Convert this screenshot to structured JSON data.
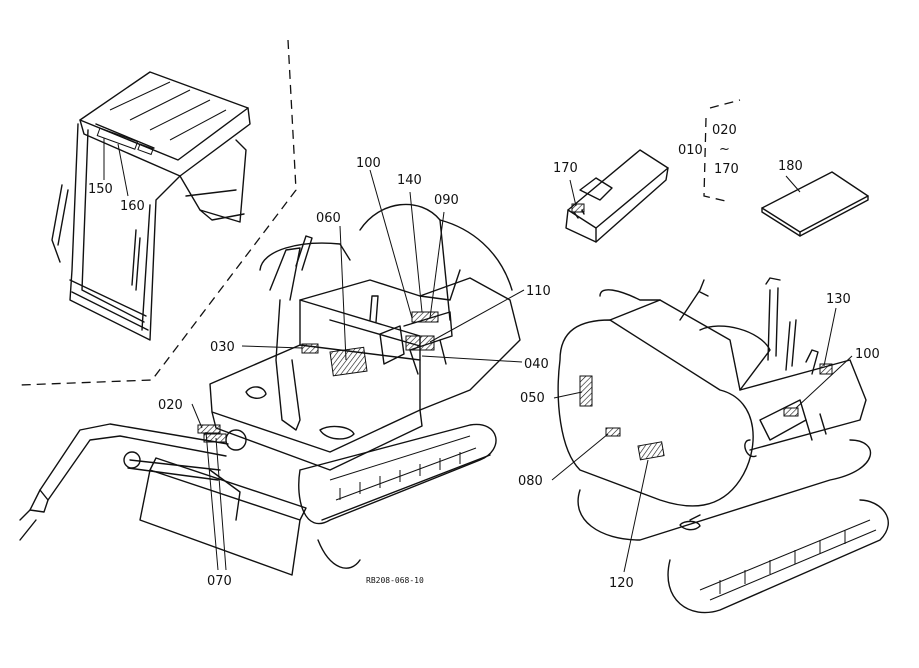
{
  "diagram": {
    "drawing_code": "RB208-068-10",
    "callouts": {
      "c150": "150",
      "c160": "160",
      "c100a": "100",
      "c140": "140",
      "c090": "090",
      "c060": "060",
      "c110": "110",
      "c030": "030",
      "c040": "040",
      "c020": "020",
      "c070": "070",
      "c170": "170",
      "c010": "010",
      "c020r": "020",
      "c_tilde": "~",
      "c170r": "170",
      "c180": "180",
      "c130": "130",
      "c100b": "100",
      "c050": "050",
      "c080": "080",
      "c120": "120"
    }
  }
}
